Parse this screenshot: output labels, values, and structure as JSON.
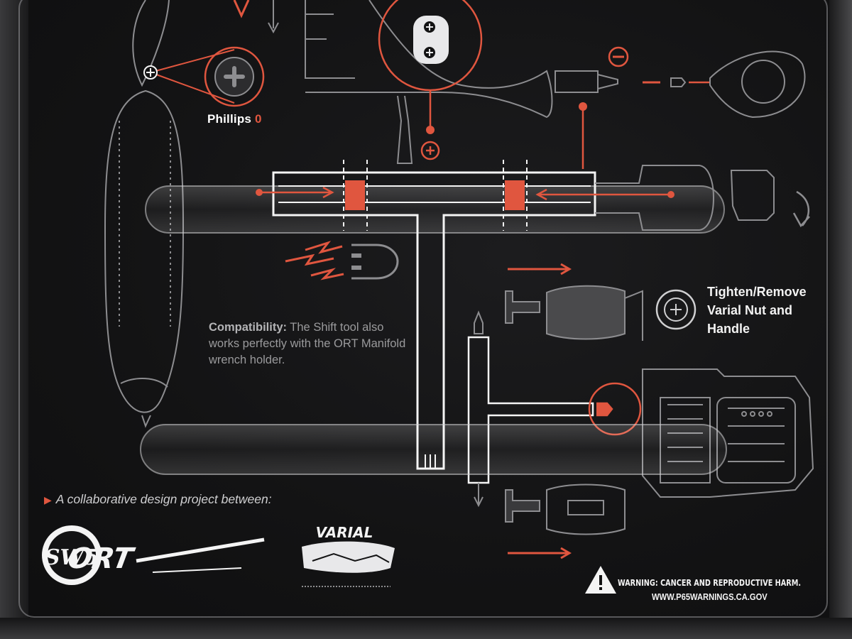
{
  "labels": {
    "phillips_label": "Phillips",
    "phillips_size": "0",
    "compat_heading": "Compatibility:",
    "compat_body": "The Shift tool also works perfectly with the ORT Manifold wrench holder.",
    "tighten_line1": "Tighten/Remove",
    "tighten_line2": "Varial Nut and",
    "tighten_line3": "Handle",
    "collab_text": "A collaborative design project between:",
    "warning_text": "WARNING: CANCER AND REPRODUCTIVE HARM.",
    "warning_url": "WWW.P65WARNINGS.CA.GOV"
  },
  "logos": {
    "logo_left": "SW5",
    "logo_middle": "ORT",
    "logo_right": "VARIAL"
  },
  "colors": {
    "accent_red": "#e0563f",
    "line_white": "#f4f4f4",
    "line_gray": "#8d8d90",
    "background": "#131314"
  },
  "icons": [
    "phillips-screwdriver-icon",
    "magnet-icon",
    "warning-triangle-icon",
    "torx-nut-icon",
    "flathead-icon"
  ]
}
